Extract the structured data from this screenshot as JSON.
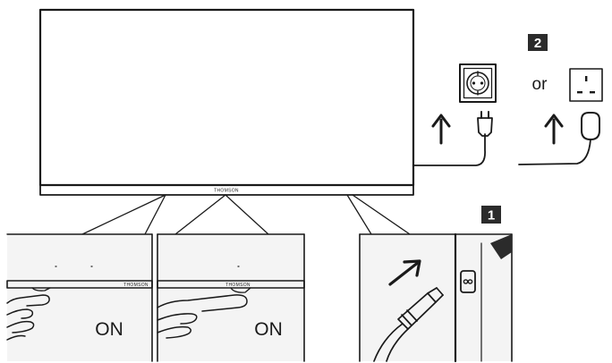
{
  "badges": {
    "step_1": "1",
    "step_2": "2"
  },
  "or_label": "or",
  "on_labels": [
    "ON",
    "ON"
  ],
  "brand_text": "THOMSON",
  "icons": {
    "eu_socket": "schuko-socket-icon",
    "uk_socket": "uk-socket-icon",
    "eu_plug": "schuko-plug-icon",
    "uk_plug": "uk-plug-icon",
    "arrow": "arrow-up-icon",
    "iec_inlet": "power-inlet-icon",
    "hand": "hand-press-icon"
  },
  "colors": {
    "line": "#1a1a1a",
    "badge": "#2b2b2b",
    "panel_shade": "#f3f3f3"
  }
}
